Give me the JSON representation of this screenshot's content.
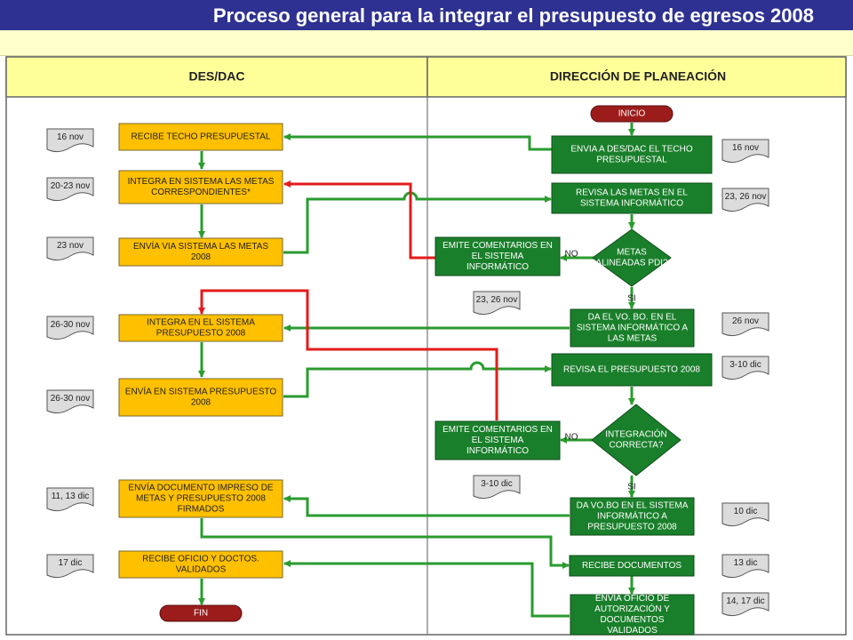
{
  "title": "Proceso general para la integrar el presupuesto de egresos 2008",
  "lanes": {
    "left": "DES/DAC",
    "right": "DIRECCIÓN DE PLANEACIÓN"
  },
  "colors": {
    "title_bg": "#2e3191",
    "lane_header": "#ffff99",
    "yellow_box": "#ffc000",
    "green_box": "#1a7f2b",
    "terminator": "#9c1c1c",
    "green_arrow": "#2a9b2f",
    "red_arrow": "#e31b1b"
  },
  "nodes": {
    "inicio": "INICIO",
    "fin": "FIN",
    "l1": [
      "RECIBE TECHO PRESUPUESTAL"
    ],
    "l2": [
      "INTEGRA EN SISTEMA LAS METAS",
      "CORRESPONDIENTES*"
    ],
    "l3": [
      "ENVÍA VIA SISTEMA LAS METAS",
      "2008"
    ],
    "l4": [
      "INTEGRA EN EL SISTEMA",
      "PRESUPUESTO 2008"
    ],
    "l5": [
      "ENVÍA EN SISTEMA PRESUPUESTO",
      "2008"
    ],
    "l6": [
      "ENVÍA DOCUMENTO IMPRESO DE",
      "METAS Y PRESUPUESTO 2008",
      "FIRMADOS"
    ],
    "l7": [
      "RECIBE OFICIO Y DOCTOS.",
      "VALIDADOS"
    ],
    "r1": [
      "ENVIA A DES/DAC EL TECHO",
      "PRESUPUESTAL"
    ],
    "r2": [
      "REVISA LAS METAS EN EL",
      "SISTEMA INFORMÁTICO"
    ],
    "c1": [
      "EMITE COMENTARIOS EN",
      "EL SISTEMA",
      "INFORMÁTICO"
    ],
    "d1": [
      "METAS",
      "ALINEADAS PDI?"
    ],
    "r3": [
      "DA EL VO. BO. EN EL",
      "SISTEMA INFORMÁTICO A",
      "LAS METAS"
    ],
    "r4": [
      "REVISA EL PRESUPUESTO 2008"
    ],
    "c2": [
      "EMITE COMENTARIOS EN",
      "EL SISTEMA",
      "INFORMÁTICO"
    ],
    "d2": [
      "INTEGRACIÓN",
      "CORRECTA?"
    ],
    "r5": [
      "DA VO.BO EN EL SISTEMA",
      "INFORMÁTICO A",
      "PRESUPUESTO 2008"
    ],
    "r6": [
      "RECIBE DOCUMENTOS"
    ],
    "r7": [
      "ENVIA OFICIO DE",
      "AUTORIZACIÓN Y",
      "DOCUMENTOS",
      "VALIDADOS"
    ]
  },
  "branch_labels": {
    "no": "NO",
    "si": "SI"
  },
  "dates_left": [
    "16 nov",
    "20-23 nov",
    "23 nov",
    "26-30 nov",
    "26-30 nov",
    "11, 13 dic",
    "17 dic"
  ],
  "dates_right": [
    "16 nov",
    "23, 26 nov",
    "26 nov",
    "3-10 dic",
    "10 dic",
    "13 dic",
    "14, 17 dic"
  ],
  "dates_mid": [
    "23, 26 nov",
    "3-10 dic"
  ]
}
